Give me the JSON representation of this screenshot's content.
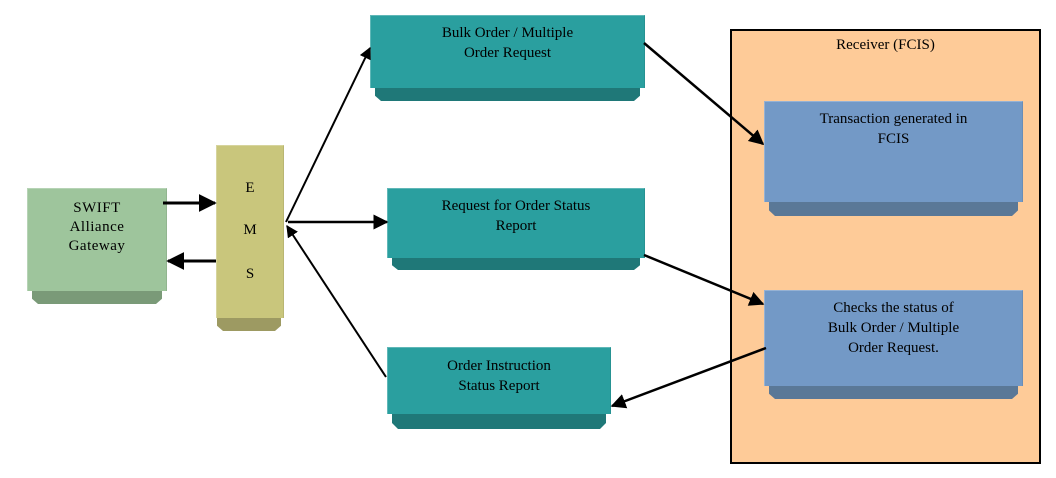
{
  "diagram": {
    "title": "SWIFT bulk order / multiple order request flow",
    "colors": {
      "gateway": "#9ec59c",
      "ems": "#c9c67c",
      "message": "#2a9f9f",
      "receiver_bg": "#fecb98",
      "receiver_process": "#7399c6",
      "arrow": "#000000"
    },
    "nodes": {
      "swift": {
        "label": "SWIFT\nAlliance\nGateway"
      },
      "ems": {
        "letters": [
          "E",
          "M",
          "S"
        ]
      },
      "bulk_order": {
        "label": "Bulk Order / Multiple\nOrder Request"
      },
      "request_status": {
        "label": "Request for Order Status\nReport"
      },
      "order_instruction": {
        "label": "Order Instruction\nStatus Report"
      },
      "receiver": {
        "label": "Receiver (FCIS)"
      },
      "transaction": {
        "label": "Transaction generated in\nFCIS"
      },
      "checks": {
        "label": "Checks the status of\nBulk Order / Multiple\nOrder Request."
      }
    },
    "edges": [
      {
        "from": "swift",
        "to": "ems"
      },
      {
        "from": "ems",
        "to": "swift"
      },
      {
        "from": "ems",
        "to": "bulk_order"
      },
      {
        "from": "ems",
        "to": "request_status"
      },
      {
        "from": "order_instruction",
        "to": "ems"
      },
      {
        "from": "bulk_order",
        "to": "transaction"
      },
      {
        "from": "request_status",
        "to": "checks"
      },
      {
        "from": "checks",
        "to": "order_instruction"
      }
    ]
  }
}
